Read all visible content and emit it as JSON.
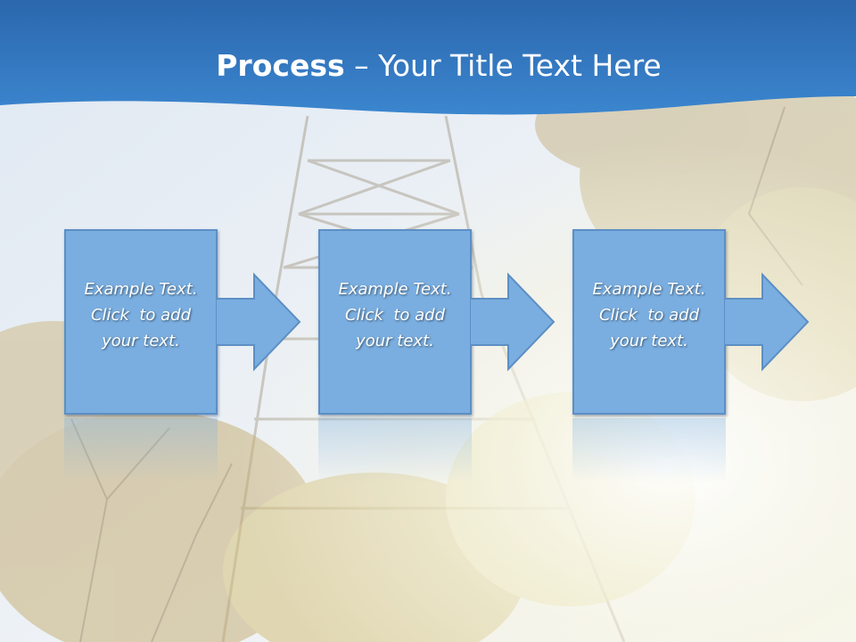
{
  "slide": {
    "title_bold": "Process",
    "title_rest": " – Your Title Text Here",
    "steps": [
      {
        "lines": [
          "Example Text.",
          "Click  to add",
          "your text."
        ]
      },
      {
        "lines": [
          "Example Text.",
          "Click  to add",
          "your text."
        ]
      },
      {
        "lines": [
          "Example Text.",
          "Click  to add",
          "your text."
        ]
      }
    ]
  },
  "colors": {
    "title_band": "#2e72bf",
    "box_fill": "#7aaee0",
    "box_border": "#5d8fc4",
    "text": "#ffffff"
  },
  "icons": [
    "arrow-right-icon"
  ]
}
